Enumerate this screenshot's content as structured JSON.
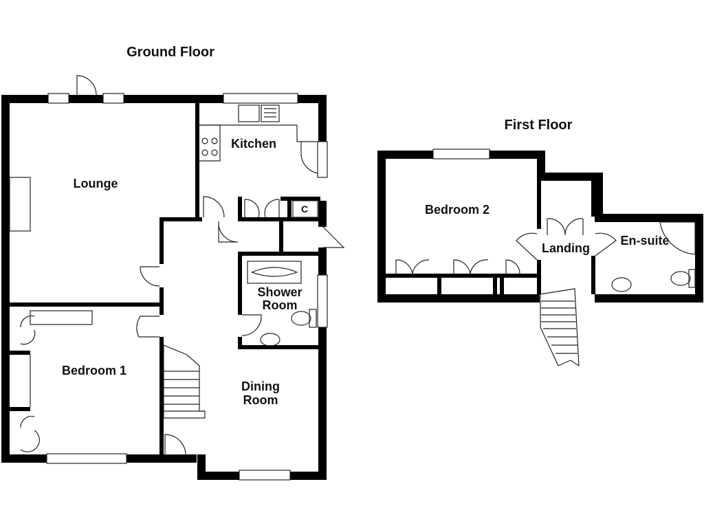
{
  "floors": {
    "ground": {
      "title": "Ground Floor",
      "rooms": {
        "lounge": "Lounge",
        "kitchen": "Kitchen",
        "cupboard": "C",
        "shower_line1": "Shower",
        "shower_line2": "Room",
        "bedroom1": "Bedroom 1",
        "dining_line1": "Dining",
        "dining_line2": "Room"
      }
    },
    "first": {
      "title": "First Floor",
      "rooms": {
        "bedroom2": "Bedroom 2",
        "landing": "Landing",
        "ensuite": "En-suite"
      }
    }
  }
}
